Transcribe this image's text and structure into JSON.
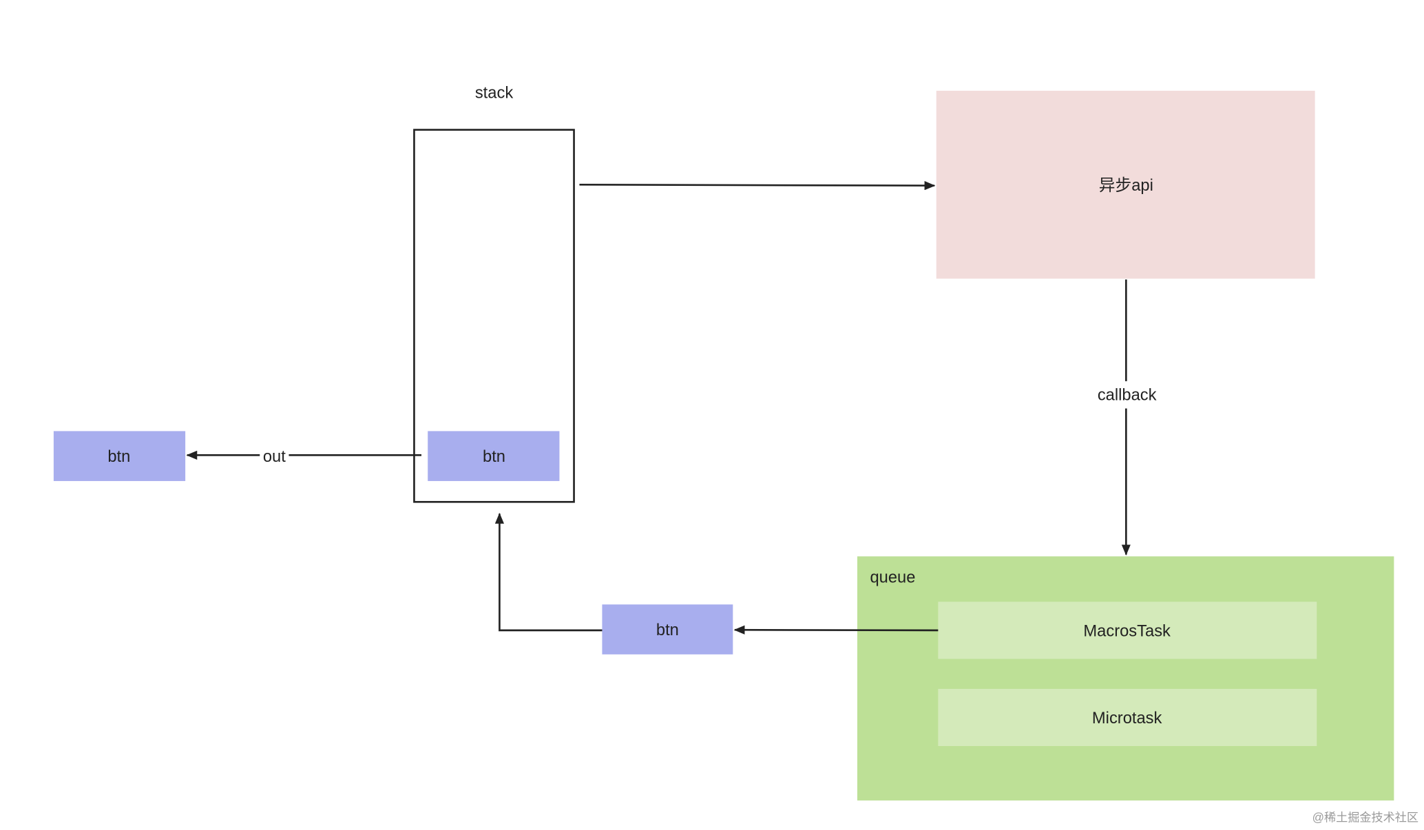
{
  "diagram": {
    "stack_label": "stack",
    "async_api_label": "异步api",
    "callback_label": "callback",
    "queue_label": "queue",
    "macrotask_label": "MacrosTask",
    "microtask_label": "Microtask",
    "btn_out_label": "btn",
    "btn_stack_label": "btn",
    "btn_queue_label": "btn",
    "out_label": "out"
  },
  "watermark": "@稀土掘金技术社区",
  "colors": {
    "async_api_fill": "#f2dcdb",
    "queue_fill": "#bde096",
    "task_fill": "#d4eaba",
    "btn_fill": "#a8aeee",
    "stroke": "#333333"
  }
}
